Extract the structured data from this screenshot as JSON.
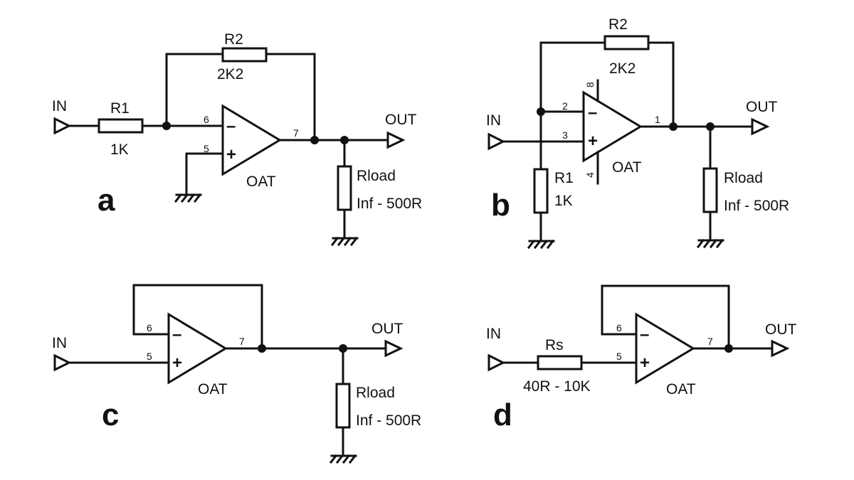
{
  "circuits": {
    "a": {
      "letter": "a",
      "in": "IN",
      "out": "OUT",
      "r1_name": "R1",
      "r1_value": "1K",
      "r2_name": "R2",
      "r2_value": "2K2",
      "load_name": "Rload",
      "load_value": "Inf - 500R",
      "opamp": "OAT",
      "pin_inv": "6",
      "pin_noninv": "5",
      "pin_out": "7",
      "minus": "–",
      "plus": "+"
    },
    "b": {
      "letter": "b",
      "in": "IN",
      "out": "OUT",
      "r1_name": "R1",
      "r1_value": "1K",
      "r2_name": "R2",
      "r2_value": "2K2",
      "load_name": "Rload",
      "load_value": "Inf - 500R",
      "opamp": "OAT",
      "pin_inv": "2",
      "pin_noninv": "3",
      "pin_out": "1",
      "pin_vplus": "8",
      "pin_vminus": "4",
      "minus": "–",
      "plus": "+"
    },
    "c": {
      "letter": "c",
      "in": "IN",
      "out": "OUT",
      "load_name": "Rload",
      "load_value": "Inf - 500R",
      "opamp": "OAT",
      "pin_inv": "6",
      "pin_noninv": "5",
      "pin_out": "7",
      "minus": "–",
      "plus": "+"
    },
    "d": {
      "letter": "d",
      "in": "IN",
      "out": "OUT",
      "rs_name": "Rs",
      "rs_value": "40R - 10K",
      "opamp": "OAT",
      "pin_inv": "6",
      "pin_noninv": "5",
      "pin_out": "7",
      "minus": "–",
      "plus": "+"
    }
  }
}
